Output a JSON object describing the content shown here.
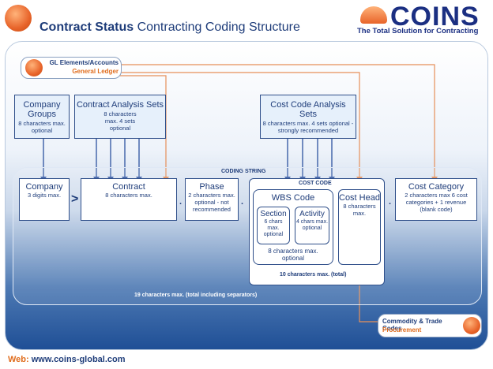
{
  "header": {
    "title_bold": "Contract Status",
    "title_rest": "Contracting Coding Structure",
    "brand": "COINS",
    "brand_tagline": "The Total Solution for Contracting"
  },
  "gl": {
    "title": "GL Elements/Accounts",
    "subtitle": "General Ledger"
  },
  "company_groups": {
    "title": "Company Groups",
    "desc": "8 characters max. optional"
  },
  "contract_analysis": {
    "title": "Contract Analysis Sets",
    "desc": "8 characters max. 4 sets optional"
  },
  "cost_code_analysis": {
    "title": "Cost Code Analysis Sets",
    "desc": "8 characters max. 4 sets optional - strongly recommended"
  },
  "coding_string_label": "CODING STRING",
  "cost_code_label": "COST CODE",
  "company": {
    "title": "Company",
    "desc": "3 digits max."
  },
  "contract": {
    "title": "Contract",
    "desc": "8 characters max."
  },
  "phase": {
    "title": "Phase",
    "desc": "2 characters max. optional - not recommended"
  },
  "wbs": {
    "title": "WBS Code",
    "desc": "8 characters max. optional"
  },
  "section": {
    "title": "Section",
    "desc": "6 chars max. optional"
  },
  "activity": {
    "title": "Activity",
    "desc": "4 chars max. optional"
  },
  "cost_head": {
    "title": "Cost Head",
    "desc": "8 characters max."
  },
  "cost_code_total": "10 characters max. (total)",
  "cost_category": {
    "title": "Cost Category",
    "desc": "2 characters max 6 cost categories + 1 revenue (blank code)"
  },
  "string_total": "19 characters max. (total including separators)",
  "commodity": {
    "title": "Commodity & Trade Codes",
    "subtitle": "Procurement"
  },
  "footer": {
    "web_label": "Web:",
    "web_url": "www.coins-global.com"
  },
  "separators": {
    "arrow": ">",
    "dot": "."
  },
  "colors": {
    "navy": "#1f3d7a",
    "orange": "#e06d1e",
    "link_blue": "#3a5ea6"
  }
}
